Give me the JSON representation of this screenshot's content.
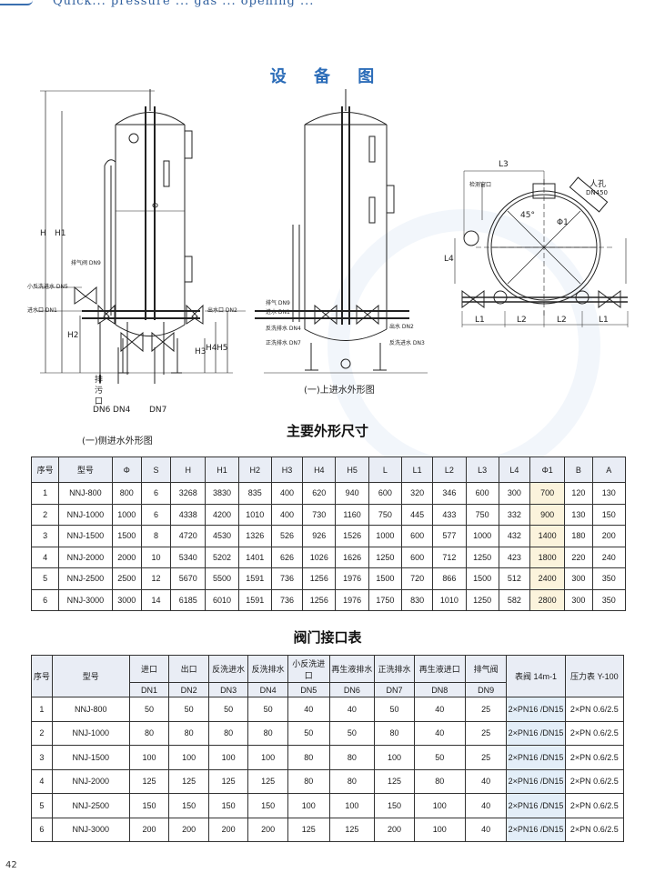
{
  "header": {
    "top_text": "Quick... pressure ... gas ... opening ..."
  },
  "page_title": "设 备 图",
  "drawing": {
    "left_caption": "(一)侧进水外形图",
    "center_caption": "(一)上进水外形图",
    "labels": {
      "H": "H",
      "H1": "H1",
      "H2": "H2",
      "H3": "H3",
      "H4": "H4",
      "H5": "H5",
      "phi": "Φ",
      "L1": "L1",
      "L2": "L2",
      "L3": "L3",
      "L4": "L4",
      "phi1": "Φ1",
      "deg45": "45°",
      "manhole": "人孔",
      "manhole_dn": "DN450",
      "drain1": "排",
      "drain2": "污",
      "drain3": "口",
      "drain_dn": "DN6",
      "drain_b": "DN4",
      "drain_c": "DN7",
      "vent": "排气阀 DN9",
      "left_in1": "小反洗进水 DN5",
      "left_in2": "进水口 DN1",
      "left_out": "出水口 DN2",
      "c_l1": "排气 DN9",
      "c_l2": "进水 DN1",
      "c_l3": "反洗排水 DN4",
      "c_l4": "正洗排水 DN7",
      "c_r1": "出水 DN2",
      "c_r2": "反洗进水 DN3",
      "inspection": "检测窗口"
    }
  },
  "dimensions_table": {
    "title": "主要外形尺寸",
    "headers": [
      "序号",
      "型号",
      "Φ",
      "S",
      "H",
      "H1",
      "H2",
      "H3",
      "H4",
      "H5",
      "L",
      "L1",
      "L2",
      "L3",
      "L4",
      "Φ1",
      "B",
      "A"
    ],
    "rows": [
      [
        "1",
        "NNJ-800",
        "800",
        "6",
        "3268",
        "3830",
        "835",
        "400",
        "620",
        "940",
        "600",
        "320",
        "346",
        "600",
        "300",
        "700",
        "120",
        "130"
      ],
      [
        "2",
        "NNJ-1000",
        "1000",
        "6",
        "4338",
        "4200",
        "1010",
        "400",
        "730",
        "1160",
        "750",
        "445",
        "433",
        "750",
        "332",
        "900",
        "130",
        "150"
      ],
      [
        "3",
        "NNJ-1500",
        "1500",
        "8",
        "4720",
        "4530",
        "1326",
        "526",
        "926",
        "1526",
        "1000",
        "600",
        "577",
        "1000",
        "432",
        "1400",
        "180",
        "200"
      ],
      [
        "4",
        "NNJ-2000",
        "2000",
        "10",
        "5340",
        "5202",
        "1401",
        "626",
        "1026",
        "1626",
        "1250",
        "600",
        "712",
        "1250",
        "423",
        "1800",
        "220",
        "240"
      ],
      [
        "5",
        "NNJ-2500",
        "2500",
        "12",
        "5670",
        "5500",
        "1591",
        "736",
        "1256",
        "1976",
        "1500",
        "720",
        "866",
        "1500",
        "512",
        "2400",
        "300",
        "350"
      ],
      [
        "6",
        "NNJ-3000",
        "3000",
        "14",
        "6185",
        "6010",
        "1591",
        "736",
        "1256",
        "1976",
        "1750",
        "830",
        "1010",
        "1250",
        "582",
        "2800",
        "300",
        "350"
      ]
    ]
  },
  "valve_table": {
    "title": "阀门接口表",
    "headers_top": [
      "序号",
      "型号",
      "进口",
      "出口",
      "反洗进水",
      "反洗排水",
      "小反洗进口",
      "再生液排水",
      "正洗排水",
      "再生液进口",
      "排气阀",
      "表阀 14m-1",
      "压力表 Y-100"
    ],
    "headers_dn": [
      "DN1",
      "DN2",
      "DN3",
      "DN4",
      "DN5",
      "DN6",
      "DN7",
      "DN8",
      "DN9"
    ],
    "rows": [
      [
        "1",
        "NNJ-800",
        "50",
        "50",
        "50",
        "50",
        "40",
        "40",
        "50",
        "40",
        "25",
        "2×PN16 /DN15",
        "2×PN 0.6/2.5"
      ],
      [
        "2",
        "NNJ-1000",
        "80",
        "80",
        "80",
        "80",
        "50",
        "50",
        "80",
        "40",
        "25",
        "2×PN16 /DN15",
        "2×PN 0.6/2.5"
      ],
      [
        "3",
        "NNJ-1500",
        "100",
        "100",
        "100",
        "100",
        "80",
        "80",
        "100",
        "50",
        "25",
        "2×PN16 /DN15",
        "2×PN 0.6/2.5"
      ],
      [
        "4",
        "NNJ-2000",
        "125",
        "125",
        "125",
        "125",
        "80",
        "80",
        "125",
        "80",
        "40",
        "2×PN16 /DN15",
        "2×PN 0.6/2.5"
      ],
      [
        "5",
        "NNJ-2500",
        "150",
        "150",
        "150",
        "150",
        "100",
        "100",
        "150",
        "100",
        "40",
        "2×PN16 /DN15",
        "2×PN 0.6/2.5"
      ],
      [
        "6",
        "NNJ-3000",
        "200",
        "200",
        "200",
        "200",
        "125",
        "125",
        "200",
        "100",
        "40",
        "2×PN16 /DN15",
        "2×PN 0.6/2.5"
      ]
    ]
  },
  "page_number": "42",
  "colors": {
    "title_blue": "#2b6cb8",
    "shade": "#fbf3dc",
    "blue_cell": "#e3eef8"
  }
}
